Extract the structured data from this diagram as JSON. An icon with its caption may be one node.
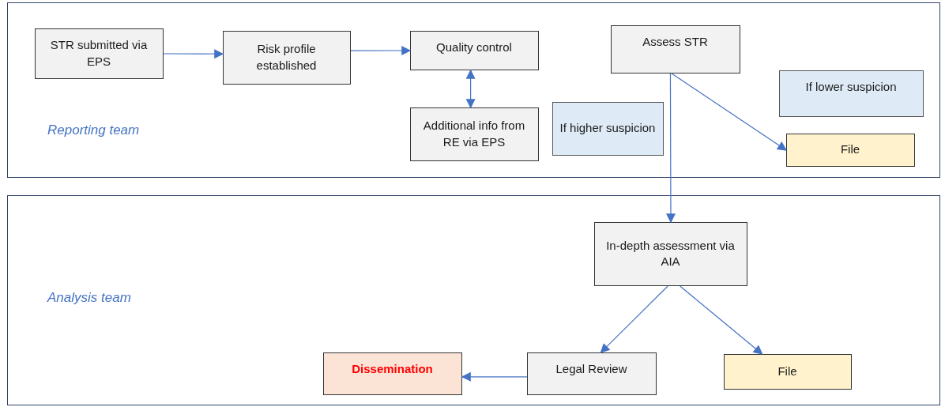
{
  "diagram": {
    "nodes": [
      {
        "text": [
          "Reporting team"
        ]
      },
      {
        "text": [
          "STR submitted via EPS"
        ],
        "in": 0
      },
      {
        "text": [
          "Risk profile established"
        ],
        "in": 0
      },
      {
        "text": [
          "Quality control"
        ],
        "in": 0
      },
      {
        "text": [
          "Additional info from RE via EPS"
        ],
        "in": 0
      },
      {
        "text": [
          "Assess STR"
        ],
        "in": 0
      },
      {
        "text": [
          "If higher suspicion"
        ],
        "in": 0
      },
      {
        "text": [
          "If lower suspicion"
        ],
        "in": 0
      },
      {
        "text": [
          "File"
        ],
        "in": 0
      },
      {
        "text": [
          "Analysis team"
        ]
      },
      {
        "text": [
          "In-depth assessment via AIA"
        ],
        "in": 9
      },
      {
        "text": [
          "Dissemination"
        ],
        "in": 9
      },
      {
        "text": [
          "Legal Review"
        ],
        "in": 9
      },
      {
        "text": [
          "File"
        ],
        "in": 9
      }
    ],
    "edges": [
      {
        "from": 1,
        "to": 2,
        "arrow": "to"
      },
      {
        "from": 2,
        "to": 3,
        "arrow": "to"
      },
      {
        "from": 3,
        "to": 4,
        "arrow": "both"
      },
      {
        "from": 5,
        "to": 8,
        "arrow": "to"
      },
      {
        "from": 5,
        "to": 10,
        "arrow": "to"
      },
      {
        "from": 10,
        "to": 12,
        "arrow": "to"
      },
      {
        "from": 10,
        "to": 13,
        "arrow": "to"
      },
      {
        "from": 12,
        "to": 11,
        "arrow": "to"
      }
    ]
  }
}
